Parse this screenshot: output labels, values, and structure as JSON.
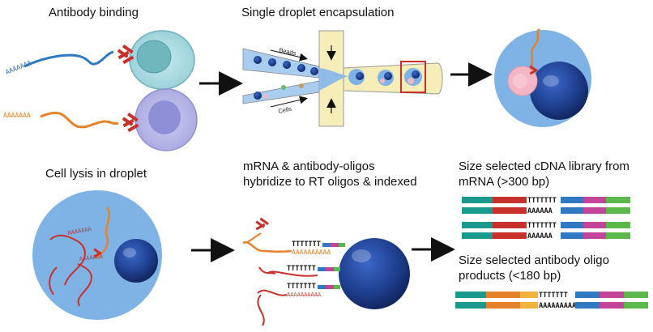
{
  "titles": {
    "antibody_binding": "Antibody binding",
    "single_droplet": "Single droplet encapsulation",
    "cell_lysis": "Cell lysis in droplet",
    "hybridize_line1": "mRNA & antibody-oligos",
    "hybridize_line2": "hybridize to RT oligos & indexed",
    "cdna_line1": "Size selected cDNA library from",
    "cdna_line2": "mRNA (>300 bp)",
    "ab_line1": "Size selected antibody oligo",
    "ab_line2": "products (<180 bp)"
  },
  "chip": {
    "beads_label": "Beads",
    "cells_label": "Cells"
  },
  "sequences": {
    "polyA_short": "AAAAAAA",
    "polyA_long": "AAAAAAAAAA",
    "polyA6": "AAAAAA",
    "polyT": "TTTTTTT",
    "polyA9": "AAAAAAAAA"
  },
  "colors": {
    "teal": "#1a9a8f",
    "red": "#c8312b",
    "blue": "#2f79c2",
    "magenta": "#c2459a",
    "green": "#5cb84a",
    "orange": "#e6822a",
    "yellow": "#f0b43c",
    "droplet": "#7fb3e6",
    "bead": "#1f3f8f",
    "cell_teal": "#a9d8df",
    "cell_purple": "#b9b8e8"
  }
}
